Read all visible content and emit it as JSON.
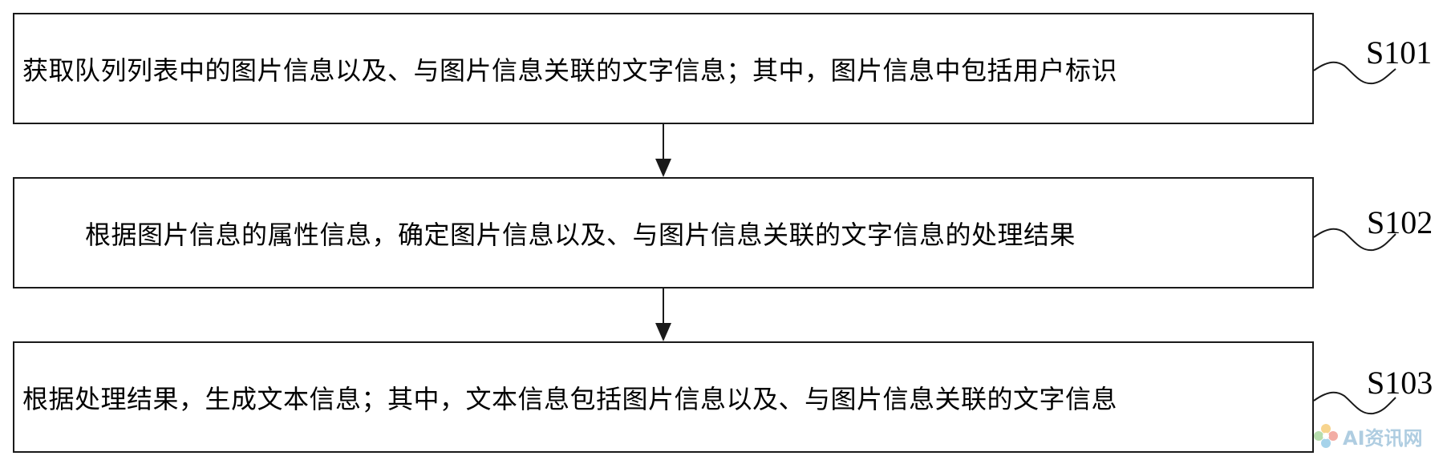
{
  "steps": [
    {
      "label": "S101",
      "text": "获取队列列表中的图片信息以及、与图片信息关联的文字信息；其中，图片信息中包括用户标识"
    },
    {
      "label": "S102",
      "text": "根据图片信息的属性信息，确定图片信息以及、与图片信息关联的文字信息的处理结果"
    },
    {
      "label": "S103",
      "text": "根据处理结果，生成文本信息；其中，文本信息包括图片信息以及、与图片信息关联的文字信息"
    }
  ],
  "watermark": {
    "text": "AI资讯网",
    "icon": "flower-logo-icon",
    "color": "#6fa6c9"
  }
}
